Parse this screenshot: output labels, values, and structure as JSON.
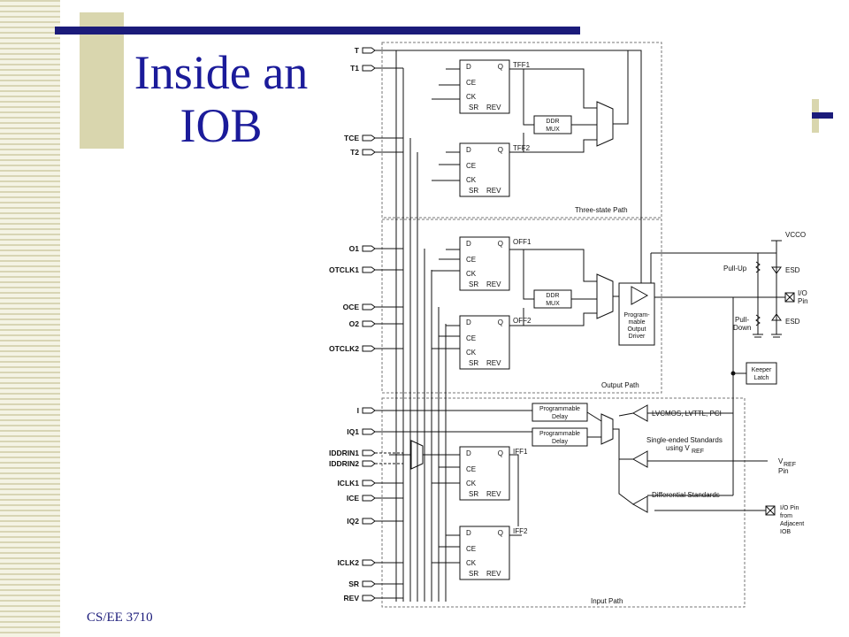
{
  "slide": {
    "title": "Inside an IOB",
    "footer": "CS/EE 3710"
  },
  "colors": {
    "accent_blue": "#1b1b7a",
    "accent_tan": "#d9d6ae"
  },
  "diagram": {
    "left_pins": [
      "T",
      "T1",
      "TCE",
      "T2",
      "O1",
      "OTCLK1",
      "OCE",
      "O2",
      "OTCLK2",
      "I",
      "IQ1",
      "IDDRIN1",
      "IDDRIN2",
      "ICLK1",
      "ICE",
      "IQ2",
      "ICLK2",
      "SR",
      "REV"
    ],
    "ff_ports": [
      "D",
      "Q",
      "CE",
      "CK",
      "SR",
      "REV"
    ],
    "flip_flops": [
      "TFF1",
      "TFF2",
      "OFF1",
      "OFF2",
      "IFF1",
      "IFF2"
    ],
    "ddr_mux": [
      "DDR",
      "MUX"
    ],
    "section_labels": [
      "Three-state Path",
      "Output Path",
      "Input Path"
    ],
    "driver_label": [
      "Program-",
      "mable",
      "Output",
      "Driver"
    ],
    "delay_label": [
      "Programmable",
      "Delay"
    ],
    "vcco": "VCCO",
    "pull_up": "Pull-Up",
    "pull_down": [
      "Pull-",
      "Down"
    ],
    "esd": "ESD",
    "io_pin": [
      "I/O",
      "Pin"
    ],
    "keeper_latch": [
      "Keeper",
      "Latch"
    ],
    "standards": [
      "LVCMOS, LVTTL, PCI",
      "Single-ended Standards",
      "using V",
      "REF",
      "Differential Standards"
    ],
    "vref_pin": [
      "V",
      "REF",
      "Pin"
    ],
    "adjacent_pin": [
      "I/O Pin",
      "from",
      "Adjacent",
      "IOB"
    ]
  }
}
